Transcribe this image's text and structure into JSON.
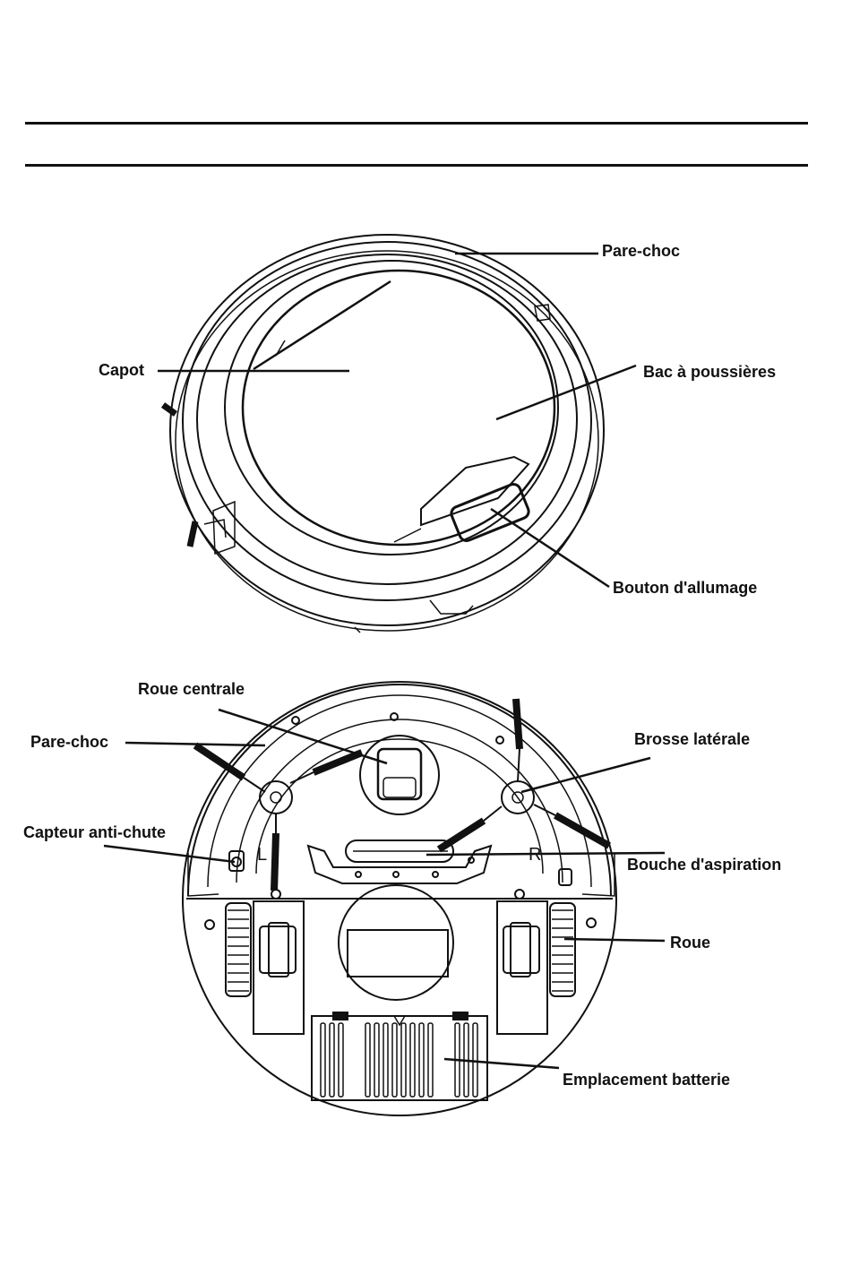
{
  "top_view": {
    "labels": {
      "bumper": "Pare-choc",
      "cover": "Capot",
      "dust_bin": "Bac à poussières",
      "power_button": "Bouton d'allumage"
    }
  },
  "bottom_view": {
    "labels": {
      "central_wheel": "Roue centrale",
      "bumper": "Pare-choc",
      "side_brush": "Brosse latérale",
      "cliff_sensor": "Capteur anti-chute",
      "suction_inlet": "Bouche d'aspiration",
      "wheel": "Roue",
      "battery_slot": "Emplacement batterie",
      "mark_left": "L",
      "mark_right": "R"
    }
  }
}
